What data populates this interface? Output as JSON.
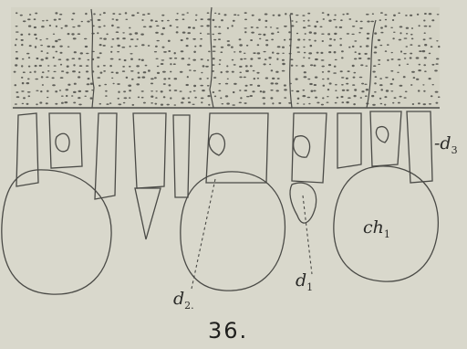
{
  "figure": {
    "number": "36.",
    "background": "#d9d8cc",
    "ink": "#4a4a46"
  },
  "labels": {
    "d3": {
      "base": "-d",
      "sub": "3"
    },
    "ch1": {
      "base": "ch",
      "sub": "1"
    },
    "d2": {
      "base": "d",
      "sub": "2."
    },
    "d1": {
      "base": "d",
      "sub": "1"
    }
  }
}
